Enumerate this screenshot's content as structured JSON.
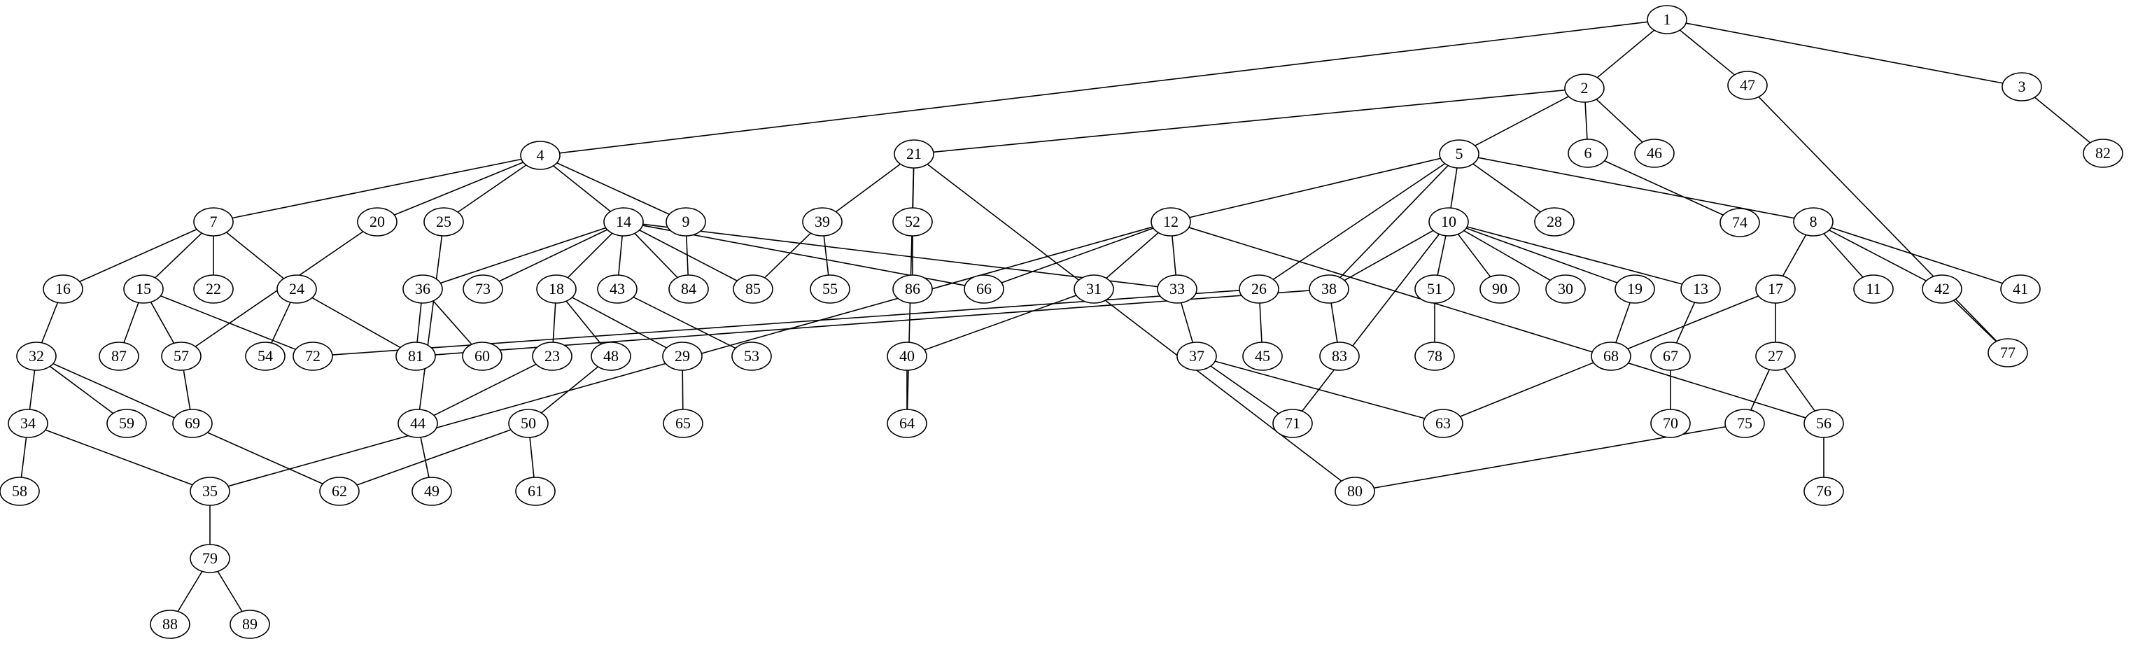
{
  "nodes": [
    "1",
    "2",
    "3",
    "4",
    "5",
    "6",
    "7",
    "8",
    "9",
    "10",
    "11",
    "12",
    "13",
    "14",
    "15",
    "16",
    "17",
    "18",
    "19",
    "20",
    "21",
    "22",
    "23",
    "24",
    "25",
    "26",
    "27",
    "28",
    "29",
    "30",
    "31",
    "32",
    "33",
    "34",
    "35",
    "36",
    "37",
    "38",
    "39",
    "40",
    "41",
    "42",
    "43",
    "44",
    "45",
    "46",
    "47",
    "48",
    "49",
    "50",
    "51",
    "52",
    "53",
    "54",
    "55",
    "56",
    "57",
    "58",
    "59",
    "60",
    "61",
    "62",
    "63",
    "64",
    "65",
    "66",
    "67",
    "68",
    "69",
    "70",
    "71",
    "72",
    "73",
    "74",
    "75",
    "76",
    "77",
    "78",
    "79",
    "80",
    "81",
    "82",
    "83",
    "84",
    "85",
    "86",
    "87",
    "88",
    "89",
    "90"
  ],
  "edges": [
    [
      "1",
      "2"
    ],
    [
      "1",
      "47"
    ],
    [
      "1",
      "3"
    ],
    [
      "1",
      "4"
    ],
    [
      "2",
      "21"
    ],
    [
      "2",
      "5"
    ],
    [
      "2",
      "6"
    ],
    [
      "2",
      "46"
    ],
    [
      "3",
      "82"
    ],
    [
      "47",
      "77"
    ],
    [
      "6",
      "74"
    ],
    [
      "4",
      "7"
    ],
    [
      "4",
      "20"
    ],
    [
      "4",
      "25"
    ],
    [
      "4",
      "14"
    ],
    [
      "4",
      "9"
    ],
    [
      "5",
      "12"
    ],
    [
      "5",
      "26"
    ],
    [
      "5",
      "38"
    ],
    [
      "5",
      "10"
    ],
    [
      "5",
      "28"
    ],
    [
      "5",
      "8"
    ],
    [
      "21",
      "39"
    ],
    [
      "21",
      "52"
    ],
    [
      "21",
      "64"
    ],
    [
      "21",
      "80"
    ],
    [
      "7",
      "16"
    ],
    [
      "7",
      "15"
    ],
    [
      "7",
      "22"
    ],
    [
      "7",
      "24"
    ],
    [
      "20",
      "57"
    ],
    [
      "25",
      "44"
    ],
    [
      "14",
      "36"
    ],
    [
      "14",
      "73"
    ],
    [
      "14",
      "18"
    ],
    [
      "14",
      "43"
    ],
    [
      "14",
      "84"
    ],
    [
      "14",
      "85"
    ],
    [
      "14",
      "66"
    ],
    [
      "14",
      "33"
    ],
    [
      "9",
      "84"
    ],
    [
      "39",
      "85"
    ],
    [
      "39",
      "55"
    ],
    [
      "52",
      "86"
    ],
    [
      "12",
      "66"
    ],
    [
      "12",
      "31"
    ],
    [
      "12",
      "33"
    ],
    [
      "12",
      "35"
    ],
    [
      "12",
      "56"
    ],
    [
      "10",
      "38"
    ],
    [
      "10",
      "51"
    ],
    [
      "10",
      "90"
    ],
    [
      "10",
      "30"
    ],
    [
      "10",
      "19"
    ],
    [
      "10",
      "13"
    ],
    [
      "10",
      "71"
    ],
    [
      "8",
      "17"
    ],
    [
      "8",
      "11"
    ],
    [
      "8",
      "42"
    ],
    [
      "8",
      "41"
    ],
    [
      "16",
      "32"
    ],
    [
      "15",
      "87"
    ],
    [
      "15",
      "57"
    ],
    [
      "15",
      "72"
    ],
    [
      "24",
      "54"
    ],
    [
      "24",
      "81"
    ],
    [
      "36",
      "81"
    ],
    [
      "36",
      "60"
    ],
    [
      "18",
      "23"
    ],
    [
      "18",
      "48"
    ],
    [
      "18",
      "29"
    ],
    [
      "43",
      "53"
    ],
    [
      "31",
      "40"
    ],
    [
      "33",
      "37"
    ],
    [
      "26",
      "72"
    ],
    [
      "26",
      "45"
    ],
    [
      "38",
      "83"
    ],
    [
      "38",
      "81"
    ],
    [
      "51",
      "78"
    ],
    [
      "19",
      "68"
    ],
    [
      "13",
      "67"
    ],
    [
      "17",
      "27"
    ],
    [
      "17",
      "63"
    ],
    [
      "42",
      "77"
    ],
    [
      "32",
      "34"
    ],
    [
      "32",
      "59"
    ],
    [
      "32",
      "62"
    ],
    [
      "57",
      "69"
    ],
    [
      "23",
      "44"
    ],
    [
      "48",
      "50"
    ],
    [
      "29",
      "65"
    ],
    [
      "40",
      "64"
    ],
    [
      "37",
      "71"
    ],
    [
      "37",
      "63"
    ],
    [
      "67",
      "70"
    ],
    [
      "27",
      "75"
    ],
    [
      "27",
      "56"
    ],
    [
      "34",
      "58"
    ],
    [
      "34",
      "35"
    ],
    [
      "44",
      "49"
    ],
    [
      "50",
      "62"
    ],
    [
      "50",
      "61"
    ],
    [
      "75",
      "80"
    ],
    [
      "56",
      "76"
    ],
    [
      "35",
      "79"
    ],
    [
      "79",
      "88"
    ],
    [
      "79",
      "89"
    ]
  ]
}
